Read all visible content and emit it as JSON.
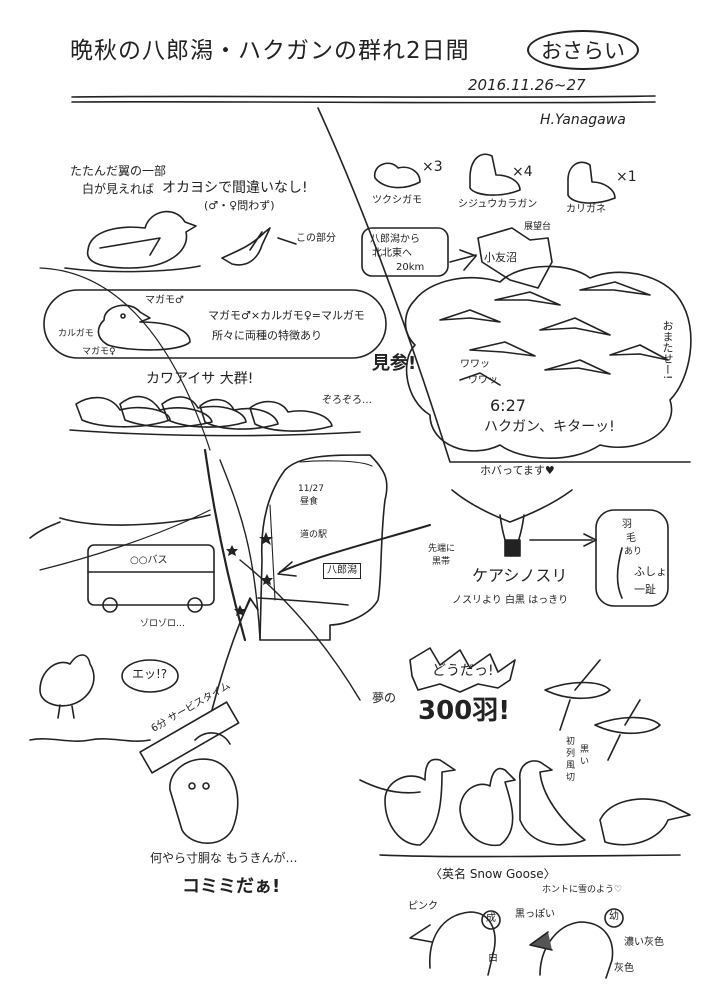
{
  "header": {
    "title": "晩秋の八郎潟・ハクガンの群れ2日間",
    "badge": "おさらい",
    "date": "2016.11.26~27",
    "author": "H.Yanagawa"
  },
  "oohashi": {
    "note1": "たたんだ翼の一部",
    "note2": "白が見えれば",
    "note3": "オカヨシで間違いなし!",
    "note4": "(♂・♀問わず)",
    "pointer": "この部分"
  },
  "hybrid": {
    "male_label": "マガモ♂",
    "left_label": "カルガモ",
    "female_label": "マガモ♀",
    "line1": "マガモ♂×カルガモ♀=マルガモ",
    "line2": "所々に両種の特徴あり"
  },
  "mergansers": {
    "title": "カワアイサ 大群!",
    "sound": "ぞろぞろ…"
  },
  "geese_top": {
    "species1": "ツクシガモ",
    "count1": "×3",
    "species2": "シジュウカラガン",
    "count2": "×4",
    "species3": "カリガネ",
    "count3": "×1",
    "direction_line1": "八郎潟から",
    "direction_line2": "北北東へ",
    "direction_line3": "20km",
    "place": "小友沼",
    "observatory": "展望台"
  },
  "flock": {
    "kenzan": "見参!",
    "wawa1": "ワワッ",
    "wawa2": "ワワッ",
    "time": "6:27",
    "arrival": "ハクガン、キターッ!",
    "omatase": "おまたせー!"
  },
  "map": {
    "lunch1": "11/27",
    "lunch2": "昼食",
    "station": "道の駅",
    "lake": "八郎潟"
  },
  "buzzard": {
    "hovering": "ホバってます♥",
    "wingtip1": "先端に",
    "wingtip2": "黒帯",
    "name": "ケアシノスリ",
    "compare": "ノスリより 白黒 はっきり",
    "feather1": "羽",
    "feather2": "毛",
    "feather3": "あり",
    "fushoの": "ふしょ",
    "one": "一趾"
  },
  "bus": {
    "bus_label": "○○バス",
    "sound": "ゾロゾロ…"
  },
  "owl": {
    "eh": "エッ!?",
    "service": "6分 サービスタイム",
    "line1": "何やら寸胴な もうきんが…",
    "name": "コミミだぁ!"
  },
  "snow": {
    "dream_prefix": "夢の",
    "doudaa": "どうだっ!",
    "count": "300羽!",
    "primaries1": "初",
    "primaries2": "列",
    "primaries3": "風",
    "primaries4": "切",
    "black1": "黒",
    "black2": "い",
    "english": "〈英名 Snow Goose〉",
    "like_snow": "ホントに雪のよう♡",
    "pink": "ピンク",
    "adult": "成",
    "white": "白",
    "blackish": "黒っぽい",
    "juvenile": "幼",
    "darkgray": "濃い灰色",
    "gray": "灰色"
  }
}
